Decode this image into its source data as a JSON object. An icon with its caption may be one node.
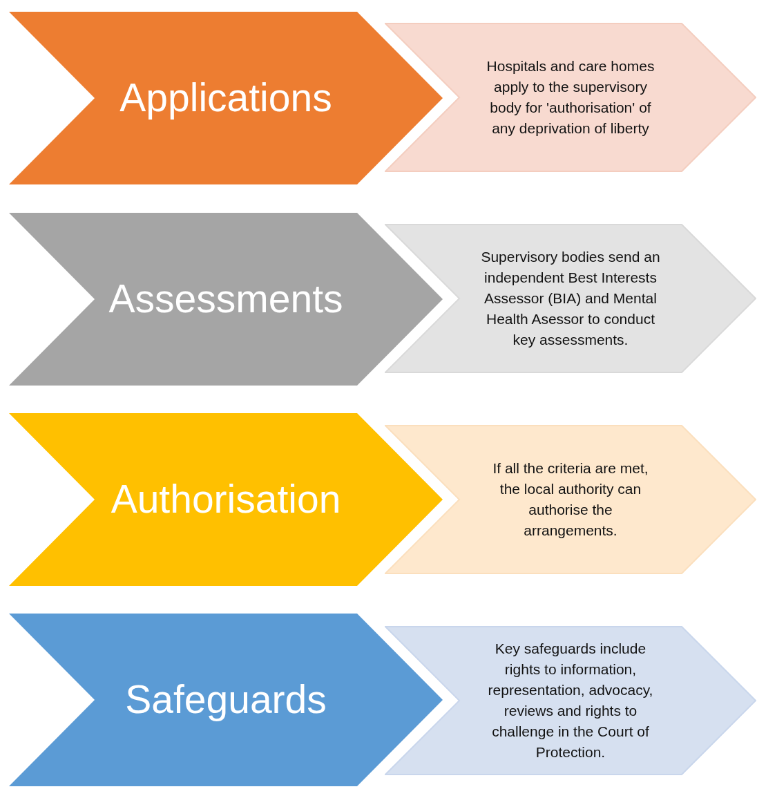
{
  "diagram": {
    "nodes": [
      {
        "text": [
          "Applications"
        ]
      },
      {
        "text": [
          "Hospitals and care homes apply to the supervisory body for 'authorisation' of any deprivation of liberty"
        ]
      },
      {
        "text": [
          "Assessments"
        ]
      },
      {
        "text": [
          "Supervisory bodies send an independent Best Interests Assessor (BIA) and Mental Health Asessor to conduct key assessments."
        ]
      },
      {
        "text": [
          "Authorisation"
        ]
      },
      {
        "text": [
          "If all the criteria are met, the local authority can authorise the arrangements."
        ]
      },
      {
        "text": [
          "Safeguards"
        ]
      },
      {
        "text": [
          "Key safeguards include rights to information, representation, advocacy, reviews and rights to challenge in the Court of Protection."
        ]
      }
    ]
  }
}
